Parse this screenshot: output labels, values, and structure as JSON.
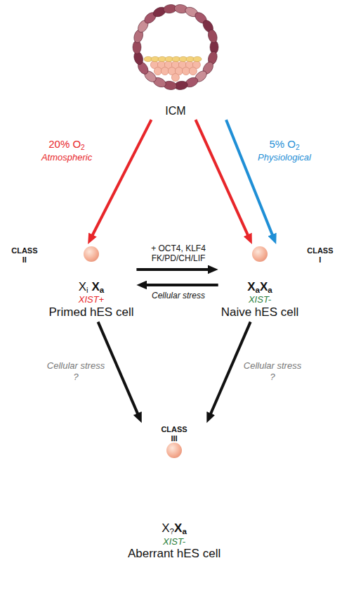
{
  "diagram": {
    "nodes": [
      {
        "text": [
          "ICM"
        ]
      },
      {
        "text": [
          "CLASS II",
          "Xi Xa",
          "XIST+",
          "Primed hES cell"
        ]
      },
      {
        "text": [
          "CLASS I",
          "XaXa",
          "XIST-",
          "Naive hES cell"
        ]
      },
      {
        "text": [
          "CLASS III",
          "X?Xa",
          "XIST-",
          "Aberrant hES cell"
        ]
      }
    ],
    "edges": [
      {
        "from": 0,
        "to": 1,
        "arrow": "to",
        "label": "20% O2"
      },
      {
        "from": 0,
        "to": 2,
        "arrow": "to"
      },
      {
        "from": 0,
        "to": 2,
        "arrow": "to",
        "label": "5% O2"
      },
      {
        "from": 1,
        "to": 2,
        "arrow": "to",
        "label": "+ OCT4, KLF4 FK/PD/CH/LIF"
      },
      {
        "from": 2,
        "to": 1,
        "arrow": "to",
        "label": "Cellular stress"
      },
      {
        "from": 1,
        "to": 3,
        "arrow": "to",
        "label": "Cellular stress ?"
      },
      {
        "from": 2,
        "to": 3,
        "arrow": "to",
        "label": "Cellular stress ?"
      }
    ],
    "labels": [
      "Atmospheric",
      "Physiological"
    ]
  }
}
